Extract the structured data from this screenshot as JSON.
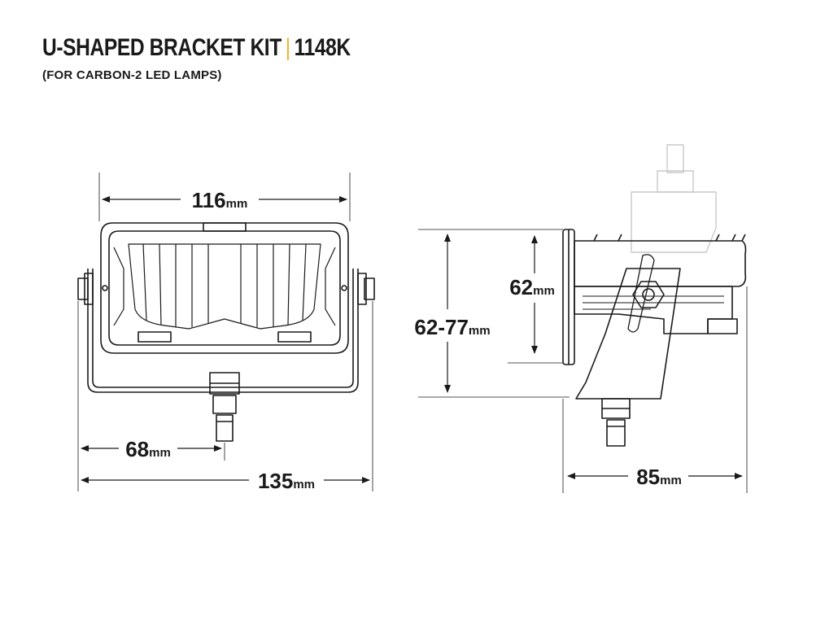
{
  "header": {
    "title_main": "U-SHAPED BRACKET KIT",
    "title_sep": "|",
    "title_code": "1148K",
    "subtitle": "(FOR CARBON-2 LED LAMPS)"
  },
  "colors": {
    "accent": "#f2b230",
    "ink": "#1a1a1a",
    "ghost": "#c9c9c9"
  },
  "front_view": {
    "dim_top": {
      "value": "116",
      "unit": "mm"
    },
    "dim_offset": {
      "value": "68",
      "unit": "mm"
    },
    "dim_total": {
      "value": "135",
      "unit": "mm"
    }
  },
  "side_view": {
    "dim_body": {
      "value": "62",
      "unit": "mm"
    },
    "dim_range": {
      "value": "62-77",
      "unit": "mm"
    },
    "dim_depth": {
      "value": "85",
      "unit": "mm"
    }
  }
}
